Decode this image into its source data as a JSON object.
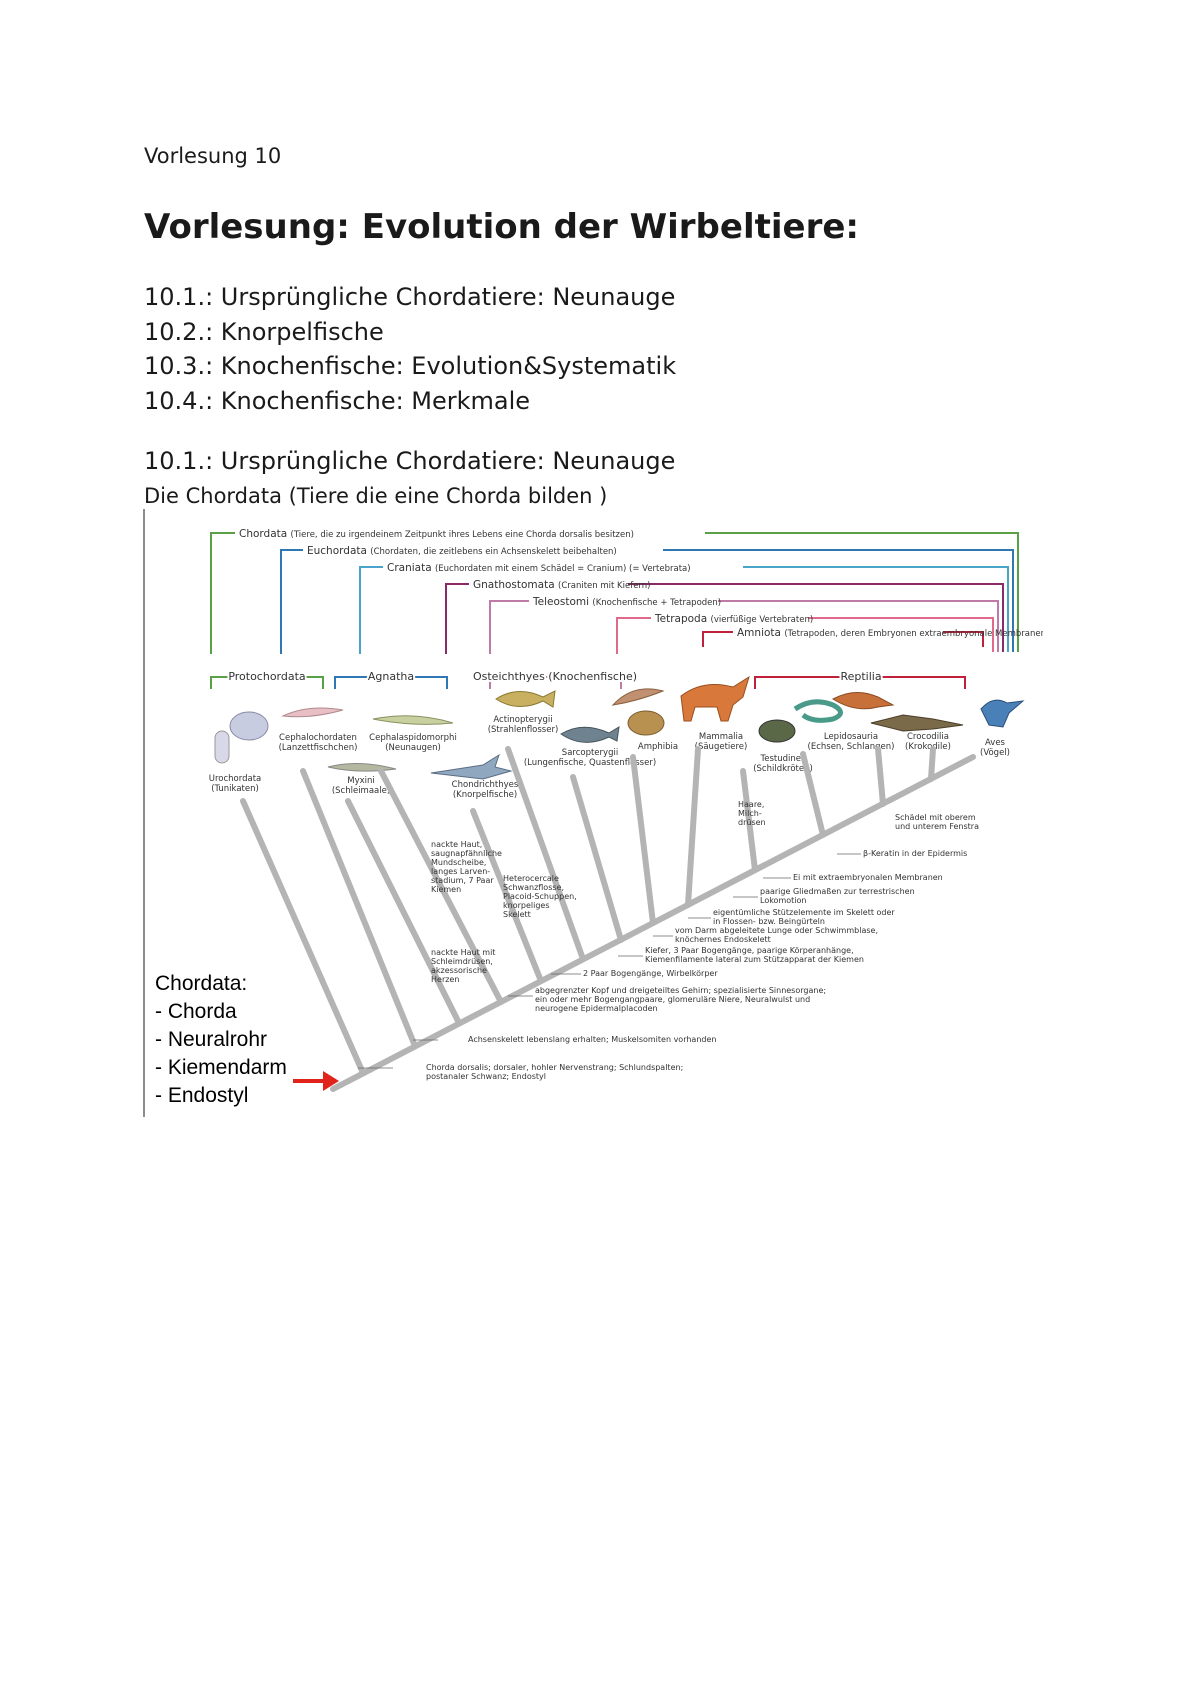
{
  "document": {
    "page_label": "Vorlesung 10",
    "title": "Vorlesung: Evolution der Wirbeltiere:",
    "toc": [
      "10.1.: Ursprüngliche Chordatiere: Neunauge",
      "10.2.: Knorpelfische",
      "10.3.: Knochenfische: Evolution&Systematik",
      "10.4.: Knochenfische: Merkmale"
    ],
    "section_heading": "10.1.: Ursprüngliche Chordatiere: Neunauge",
    "section_subtitle": "Die Chordata (Tiere die eine Chorda bilden )"
  },
  "figure": {
    "brackets": [
      {
        "name": "Chordata",
        "desc": "(Tiere, die zu irgendeinem Zeitpunkt ihres Lebens eine Chorda dorsalis besitzen)",
        "color": "#5aa046"
      },
      {
        "name": "Euchordata",
        "desc": "(Chordaten, die zeitlebens ein Achsenskelett beibehalten)",
        "color": "#2f78b4"
      },
      {
        "name": "Craniata",
        "desc": "(Euchordaten mit einem Schädel = Cranium) (= Vertebrata)",
        "color": "#4aa3c8"
      },
      {
        "name": "Gnathostomata",
        "desc": "(Craniten mit Kiefern)",
        "color": "#8a2a66"
      },
      {
        "name": "Teleostomi",
        "desc": "(Knochenfische + Tetrapoden)",
        "color": "#c07aa6"
      },
      {
        "name": "Tetrapoda",
        "desc": "(vierfüßige Vertebraten)",
        "color": "#e06a8a"
      },
      {
        "name": "Amniota",
        "desc": "(Tetrapoden, deren Embryonen extraembryonale Membranen aufweisen)",
        "color": "#c0203a"
      }
    ],
    "groups": [
      {
        "label": "Protochordata",
        "color": "#5aa046"
      },
      {
        "label": "Agnatha",
        "color": "#2f78b4"
      },
      {
        "label": "Osteichthyes (Knochenfische)",
        "color": "#c07aa6"
      },
      {
        "label": "Reptilia",
        "color": "#c0203a"
      }
    ],
    "taxa": [
      {
        "name": "Urochordata",
        "common": "(Tunikaten)"
      },
      {
        "name": "Cephalochordaten",
        "common": "(Lanzettfischchen)"
      },
      {
        "name": "Myxini",
        "common": "(Schleimaale)"
      },
      {
        "name": "Cephalaspidomorphi",
        "common": "(Neunaugen)"
      },
      {
        "name": "Chondrichthyes",
        "common": "(Knorpelfische)"
      },
      {
        "name": "Actinopterygii",
        "common": "(Strahlenflosser)"
      },
      {
        "name": "Sarcopterygii",
        "common": "(Lungenfische, Quastenflosser)"
      },
      {
        "name": "Amphibia",
        "common": ""
      },
      {
        "name": "Mammalia",
        "common": "(Säugetiere)"
      },
      {
        "name": "Testudines",
        "common": "(Schildkröten)"
      },
      {
        "name": "Lepidosauria",
        "common": "(Echsen, Schlangen)"
      },
      {
        "name": "Crocodilia",
        "common": "(Krokodile)"
      },
      {
        "name": "Aves",
        "common": "(Vögel)"
      }
    ],
    "side_notes": [
      "nackte Haut, saugnapfähnliche Mundscheibe, langes Larvenstadium, 7 Paar Kiemen",
      "Heterocercale Schwanzflosse, Placoid-Schuppen, knorpeliges Skelett",
      "nackte Haut mit Schleimdrüsen, akzessorische Herzen",
      "Haare, Milchdrüsen",
      "Schädel mit oberem und unterem Fenstra"
    ],
    "stem_notes": [
      "β-Keratin in der Epidermis",
      "Ei mit extraembryonalen Membranen",
      "paarige Gliedmaßen zur terrestrischen Lokomotion",
      "eigentümliche Stützelemente im Skelett oder in Flossen- bzw. Beingürteln",
      "vom Darm abgeleitete Lunge oder Schwimmblase, knöchernes Endoskelett",
      "Kiefer, 3 Paar Bogengänge, paarige Körperanhänge, Kiemenfilamente lateral zum Stützapparat der Kiemen",
      "2 Paar Bogengänge, Wirbelkörper",
      "abgegrenzter Kopf und dreigeteiltes Gehirn; spezialisierte Sinnesorgane; ein oder mehr Bogengangpaare, glomeruläre Niere, Neuralwulst und neurogene Epidermalplacoden",
      "Achsenskelett lebenslang erhalten; Muskelsomiten vorhanden",
      "Chorda dorsalis; dorsaler, hohler Nervenstrang; Schlundspalten; postanaler Schwanz; Endostyl"
    ],
    "chordata_box": {
      "title": "Chordata:",
      "items": [
        "- Chorda",
        "- Neuralrohr",
        "- Kiemendarm",
        "- Endostyl"
      ]
    },
    "colors": {
      "stem": "#b4b4b4",
      "arrow": "#e0231b",
      "leader": "#666666"
    }
  }
}
